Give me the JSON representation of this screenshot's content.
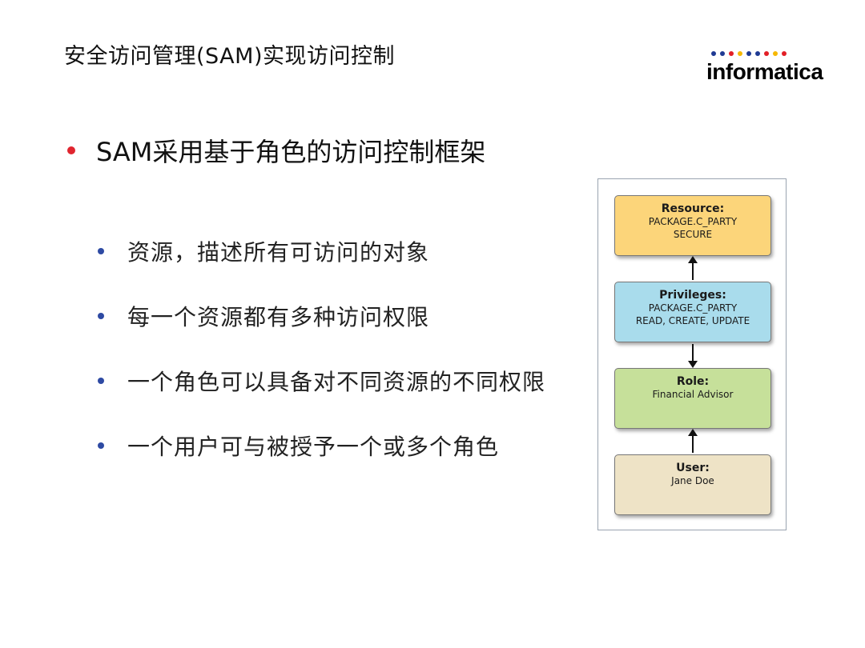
{
  "title": "安全访问管理(SAM)实现访问控制",
  "logo": {
    "text": "informatica",
    "dot_colors": [
      "#1f3a93",
      "#1f3a93",
      "#e21f26",
      "#f6b800",
      "#1f3a93",
      "#1f3a93",
      "#e21f26",
      "#f6b800",
      "#e21f26"
    ]
  },
  "main_bullet": {
    "text": "SAM采用基于角色的访问控制框架",
    "bullet_color": "#e0252f"
  },
  "sub_bullets": [
    "资源，描述所有可访问的对象",
    "每一个资源都有多种访问权限",
    "一个角色可以具备对不同资源的不同权限",
    "一个用户可与被授予一个或多个角色"
  ],
  "diagram": {
    "resource": {
      "title": "Resource:",
      "lines": [
        "PACKAGE.C_PARTY",
        "SECURE"
      ],
      "color": "#fcd57a"
    },
    "privileges": {
      "title": "Privileges:",
      "lines": [
        "PACKAGE.C_PARTY",
        "READ, CREATE, UPDATE"
      ],
      "color": "#a9dcec"
    },
    "role": {
      "title": "Role:",
      "lines": [
        "Financial Advisor"
      ],
      "color": "#c6e09a"
    },
    "user": {
      "title": "User:",
      "lines": [
        "Jane Doe"
      ],
      "color": "#eee3c6"
    }
  }
}
